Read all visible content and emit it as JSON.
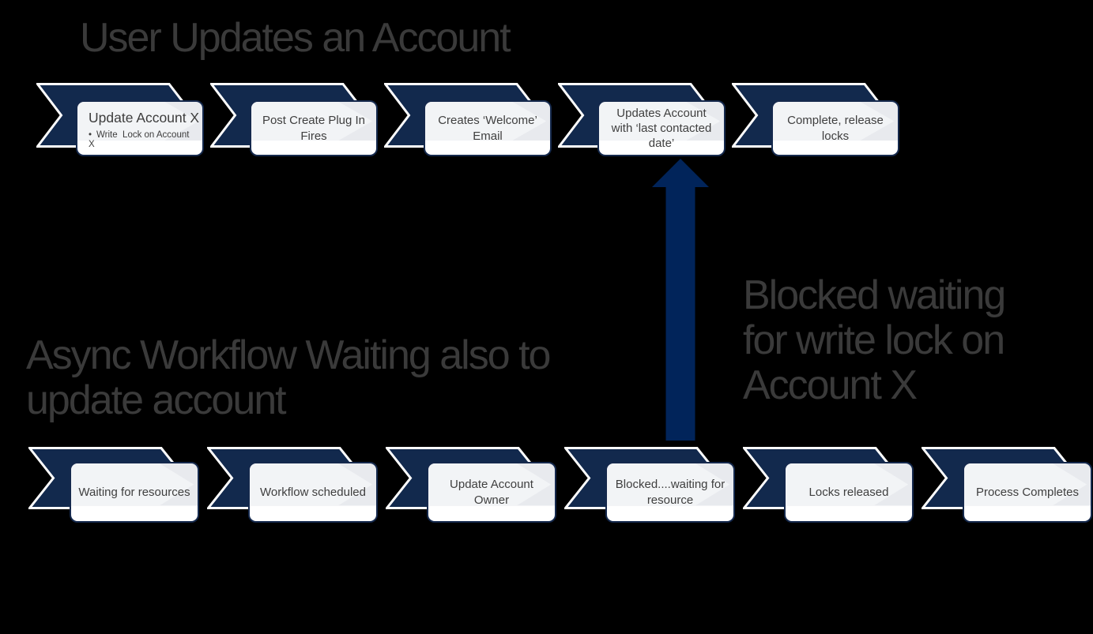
{
  "colors": {
    "background": "#000000",
    "chevron": "#12294d",
    "chevron_outline": "#ffffff",
    "box_border": "#15294d",
    "box_fill_top": "#e8eaee",
    "box_fill_bottom": "#ffffff",
    "arrow": "#01245a",
    "title_text": "#3a3a3a",
    "box_text": "#3f3f3f"
  },
  "flow1": {
    "title": "User Updates an Account",
    "steps": [
      {
        "title": "Update Account X",
        "bullet_glyph": "•",
        "bullet": "Write  Lock on Account X"
      },
      {
        "label": "Post Create Plug In Fires"
      },
      {
        "label": "Creates ‘Welcome’ Email"
      },
      {
        "label": "Updates Account with ‘last contacted date’"
      },
      {
        "label": "Complete, release locks"
      }
    ]
  },
  "flow2": {
    "title": "Async Workflow Waiting also to\nupdate account",
    "steps": [
      {
        "label": "Waiting for resources"
      },
      {
        "label": "Workflow scheduled"
      },
      {
        "label": "Update Account Owner"
      },
      {
        "label": "Blocked....waiting for resource"
      },
      {
        "label": "Locks released"
      },
      {
        "label": "Process Completes"
      }
    ]
  },
  "annotation": {
    "blocked_label": "Blocked waiting\nfor write lock on\nAccount X"
  }
}
